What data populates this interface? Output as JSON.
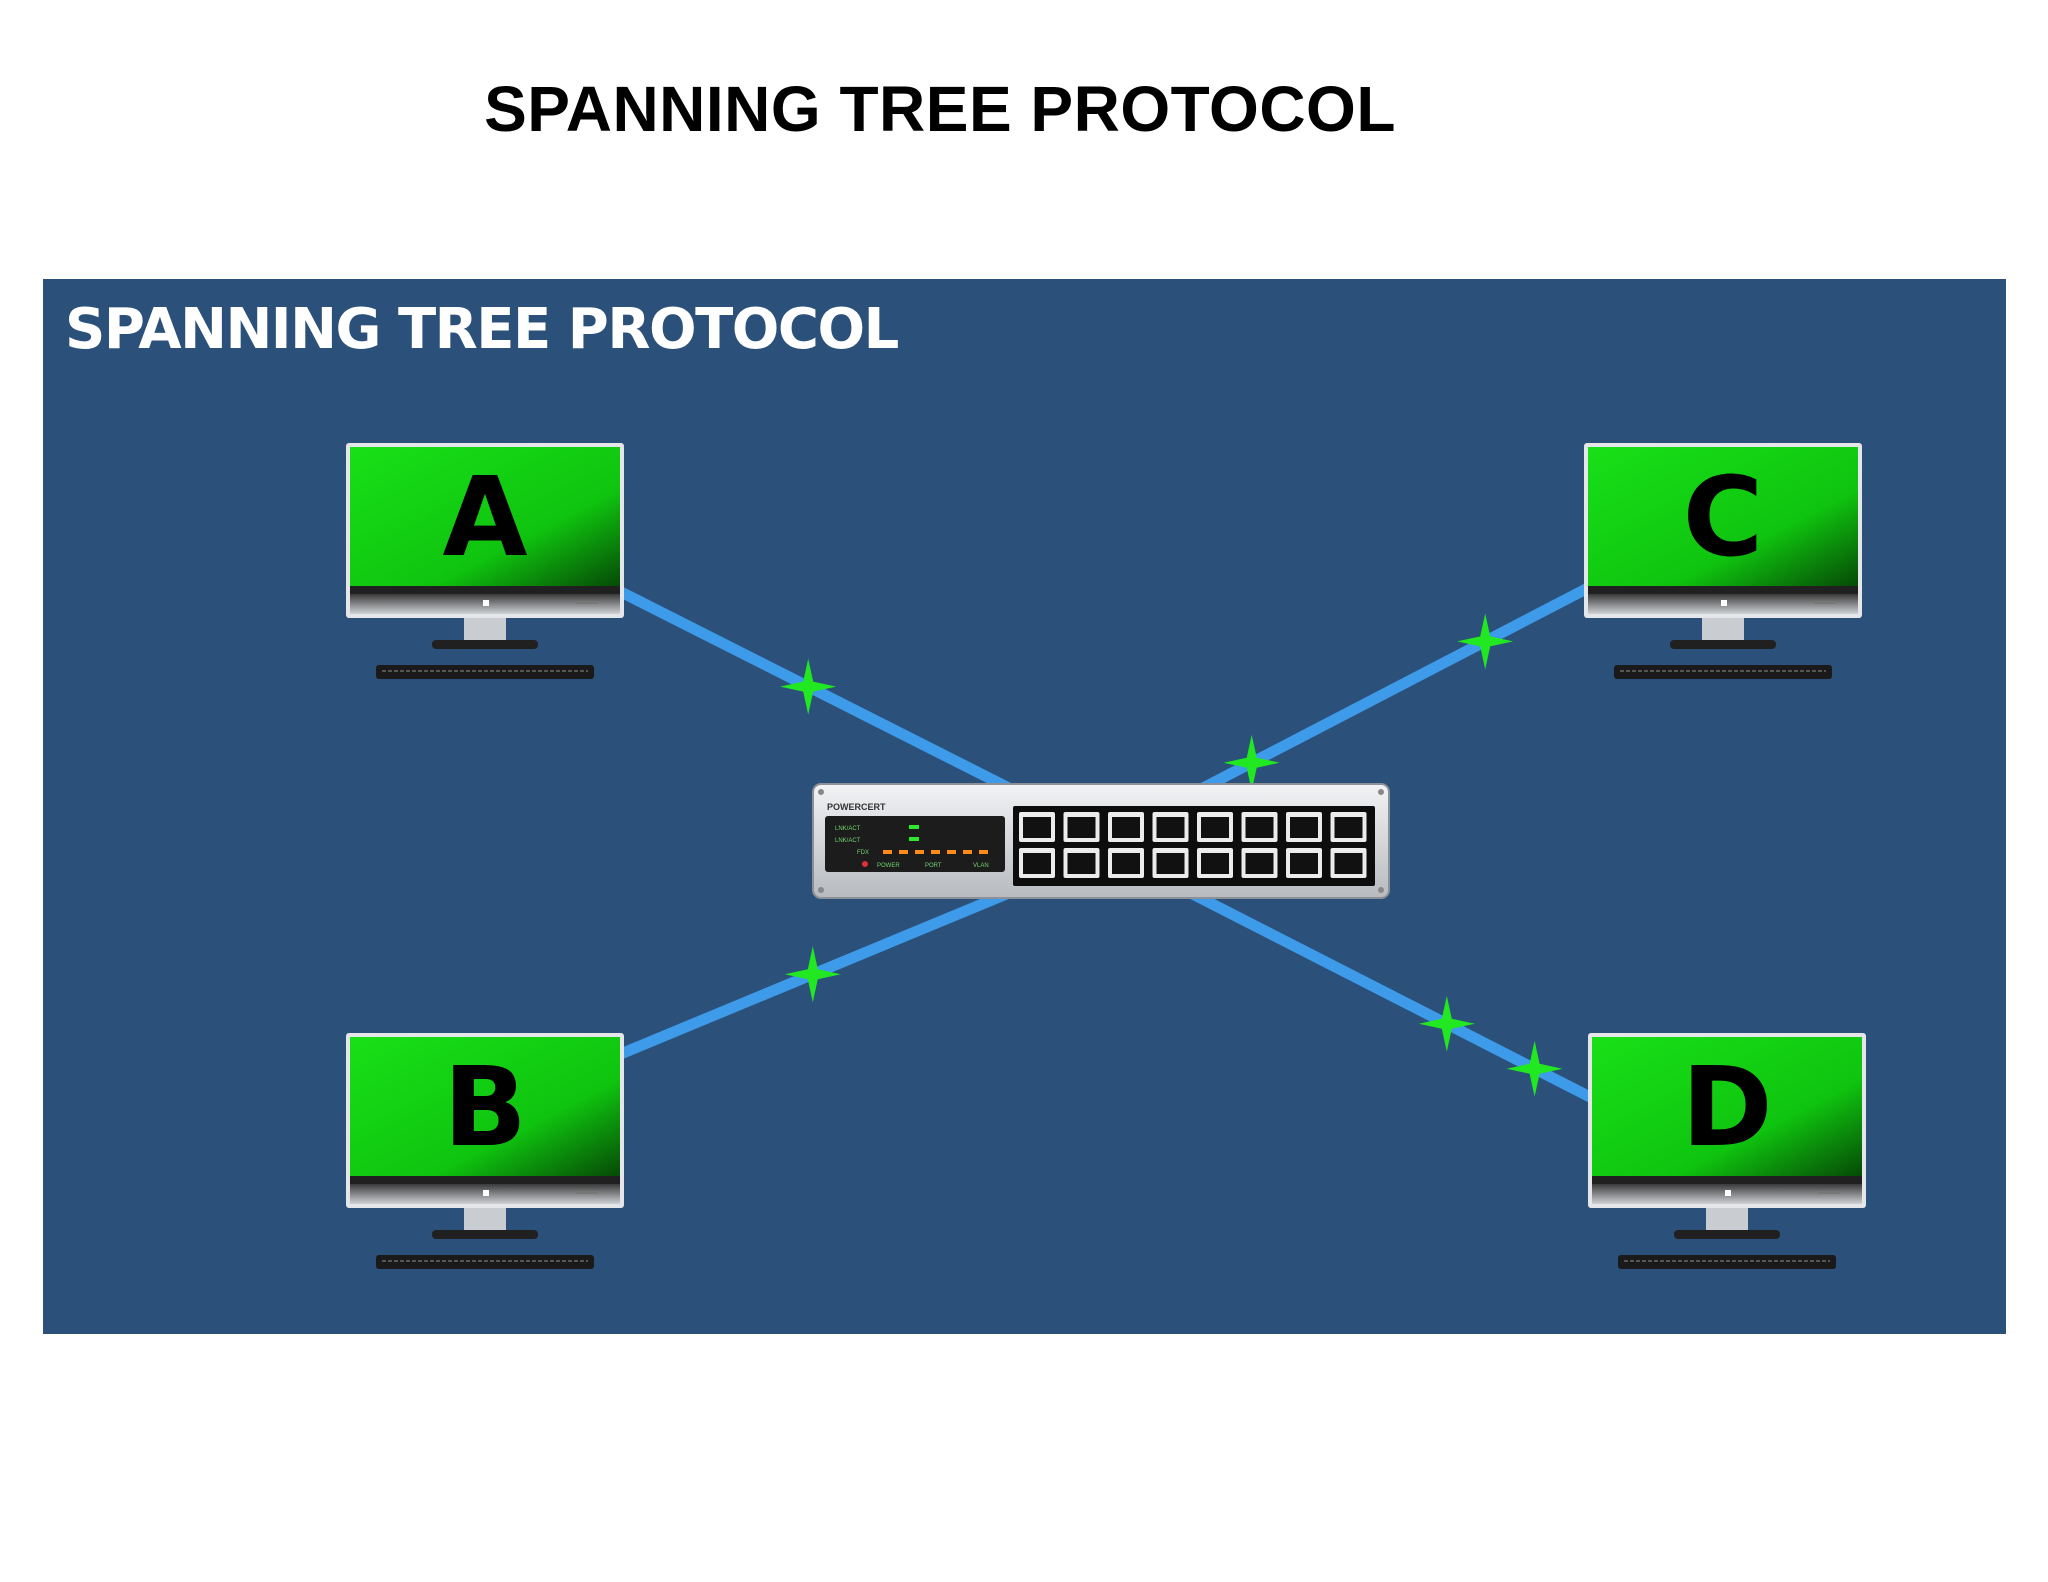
{
  "page": {
    "title": "SPANNING TREE PROTOCOL"
  },
  "slide": {
    "title": "SPANNING TREE PROTOCOL",
    "colors": {
      "background": "#2b5079",
      "link": "#3d9be9",
      "screen": "#11d411",
      "frame": "#d9dbe0",
      "star": "#22e822"
    }
  },
  "switch": {
    "brand": "POWERCERT",
    "led_labels": [
      "LNK/ACT",
      "LNK/ACT",
      "FDX",
      "POWER",
      "PORT",
      "VLAN"
    ],
    "port_count": 16
  },
  "computers": [
    {
      "label": "A",
      "position": "top-left"
    },
    {
      "label": "B",
      "position": "bottom-left"
    },
    {
      "label": "C",
      "position": "top-right"
    },
    {
      "label": "D",
      "position": "bottom-right"
    }
  ],
  "links": [
    {
      "from": "A",
      "to": "switch",
      "frames_in_transit": 1
    },
    {
      "from": "B",
      "to": "switch",
      "frames_in_transit": 1
    },
    {
      "from": "C",
      "to": "switch",
      "frames_in_transit": 2
    },
    {
      "from": "D",
      "to": "switch",
      "frames_in_transit": 2
    }
  ],
  "icons": {
    "frame_marker": "star-icon",
    "computer": "monitor-icon",
    "switch": "network-switch-icon"
  }
}
